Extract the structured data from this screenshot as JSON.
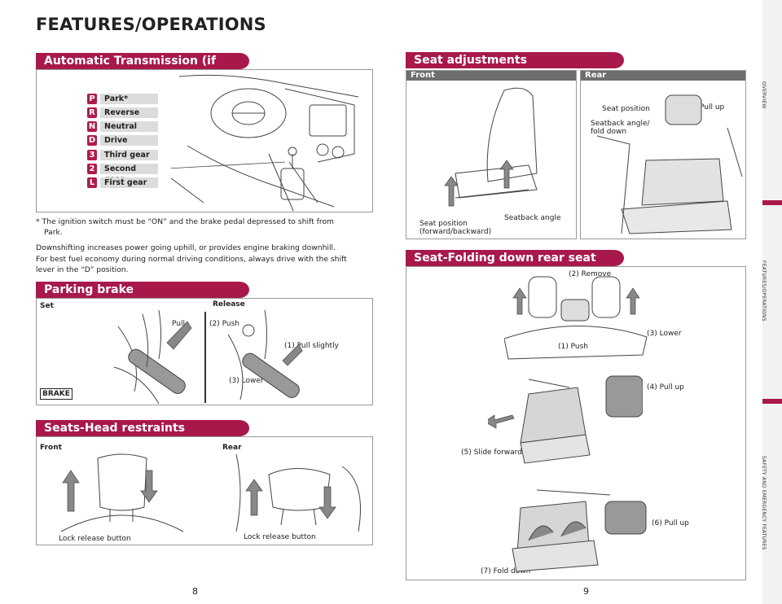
{
  "page": {
    "title": "FEATURES/OPERATIONS",
    "page_left": "8",
    "page_right": "9"
  },
  "sidebar": {
    "tabs": [
      "OVERVIEW",
      "FEATURES/OPERATIONS",
      "SAFETY AND EMERGENCY FEATURES"
    ]
  },
  "transmission": {
    "heading": "Automatic Transmission (if equipped)",
    "gears": [
      {
        "badge": "P",
        "label": "Park*"
      },
      {
        "badge": "R",
        "label": "Reverse"
      },
      {
        "badge": "N",
        "label": "Neutral"
      },
      {
        "badge": "D",
        "label": "Drive"
      },
      {
        "badge": "3",
        "label": "Third gear"
      },
      {
        "badge": "2",
        "label": "Second gear"
      },
      {
        "badge": "L",
        "label": "First gear"
      }
    ],
    "footnote_1": "* The ignition switch must be “ON” and the brake pedal depressed to shift from",
    "footnote_2": "Park.",
    "para_1": "Downshifting increases power going uphill, or provides engine braking downhill.",
    "para_2": "For best fuel economy during normal driving conditions, always drive with the shift",
    "para_3": "lever in the “D” position."
  },
  "parking": {
    "heading": "Parking brake",
    "set": "Set",
    "release": "Release",
    "pull": "Pull",
    "push": "(2) Push",
    "pull_slightly": "(1) Pull slightly",
    "lower": "(3) Lower",
    "brake_label": "BRAKE"
  },
  "head_restraints": {
    "heading": "Seats-Head restraints",
    "front": "Front",
    "rear": "Rear",
    "lock_front": "Lock release button",
    "lock_rear": "Lock release button"
  },
  "seat_adjust": {
    "heading": "Seat adjustments",
    "front": "Front",
    "rear": "Rear",
    "seat_position_fb_1": "Seat position",
    "seat_position_fb_2": "(forward/backward)",
    "seatback_angle": "Seatback angle",
    "rear_seat_position": "Seat position",
    "rear_seatback_1": "Seatback angle/",
    "rear_seatback_2": "fold down",
    "pull_up": "Pull up"
  },
  "folding": {
    "heading": "Seat-Folding down rear seat",
    "remove": "(2) Remove",
    "lower": "(3) Lower",
    "push": "(1) Push",
    "pull_up_4": "(4) Pull up",
    "slide_forward": "(5) Slide forward",
    "pull_up_6": "(6) Pull up",
    "fold_down": "(7) Fold down"
  }
}
